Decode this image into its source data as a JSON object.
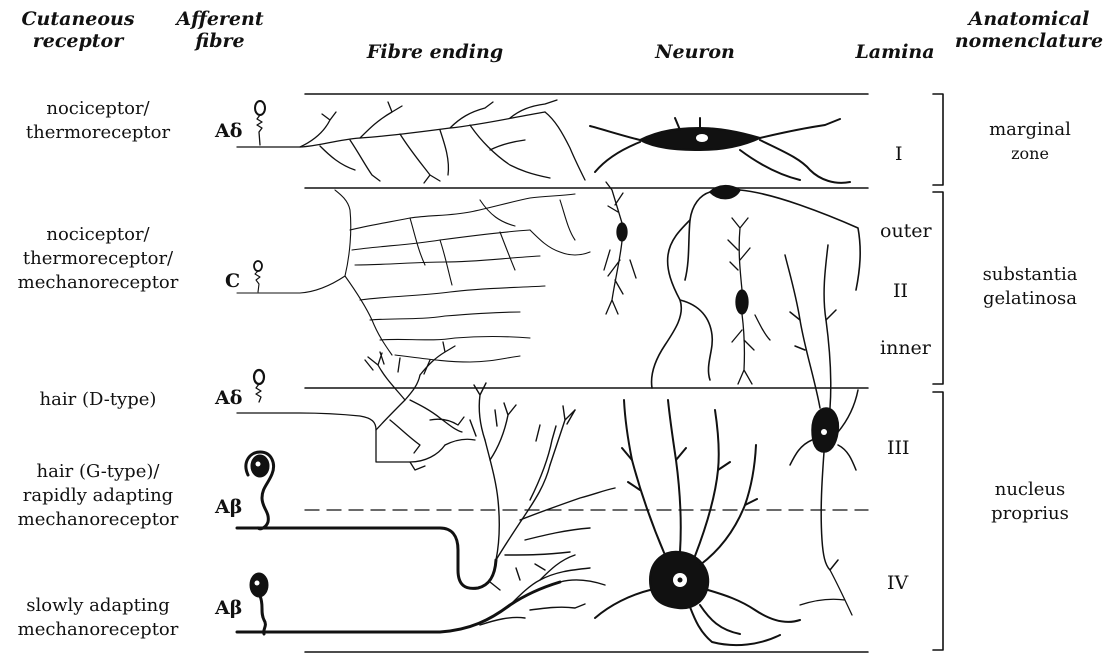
{
  "headers": {
    "cutaneous_receptor": [
      "Cutaneous",
      "receptor"
    ],
    "afferent_fibre": [
      "Afferent",
      "fibre"
    ],
    "fibre_ending": "Fibre ending",
    "neuron": "Neuron",
    "lamina": "Lamina",
    "anatomical_nomenclature": [
      "Anatomical",
      "nomenclature"
    ]
  },
  "receptors": [
    {
      "lines": [
        "nociceptor/",
        "thermoreceptor"
      ],
      "fibre": "Aδ"
    },
    {
      "lines": [
        "nociceptor/",
        "thermoreceptor/",
        "mechanoreceptor"
      ],
      "fibre": "C"
    },
    {
      "lines": [
        "hair (D-type)"
      ],
      "fibre": "Aδ"
    },
    {
      "lines": [
        "hair (G-type)/",
        "rapidly adapting",
        "mechanoreceptor"
      ],
      "fibre": "Aβ"
    },
    {
      "lines": [
        "slowly adapting",
        "mechanoreceptor"
      ],
      "fibre": "Aβ"
    }
  ],
  "laminae": {
    "l1": "I",
    "outer": "outer",
    "l2": "II",
    "inner": "inner",
    "l3": "III",
    "l4": "IV"
  },
  "nomenclature": {
    "marginal": [
      "marginal",
      "zone"
    ],
    "substantia": [
      "substantia",
      "gelatinosa"
    ],
    "nucleus": [
      "nucleus",
      "proprius"
    ]
  },
  "colors": {
    "ink": "#111111",
    "paper": "#ffffff"
  }
}
